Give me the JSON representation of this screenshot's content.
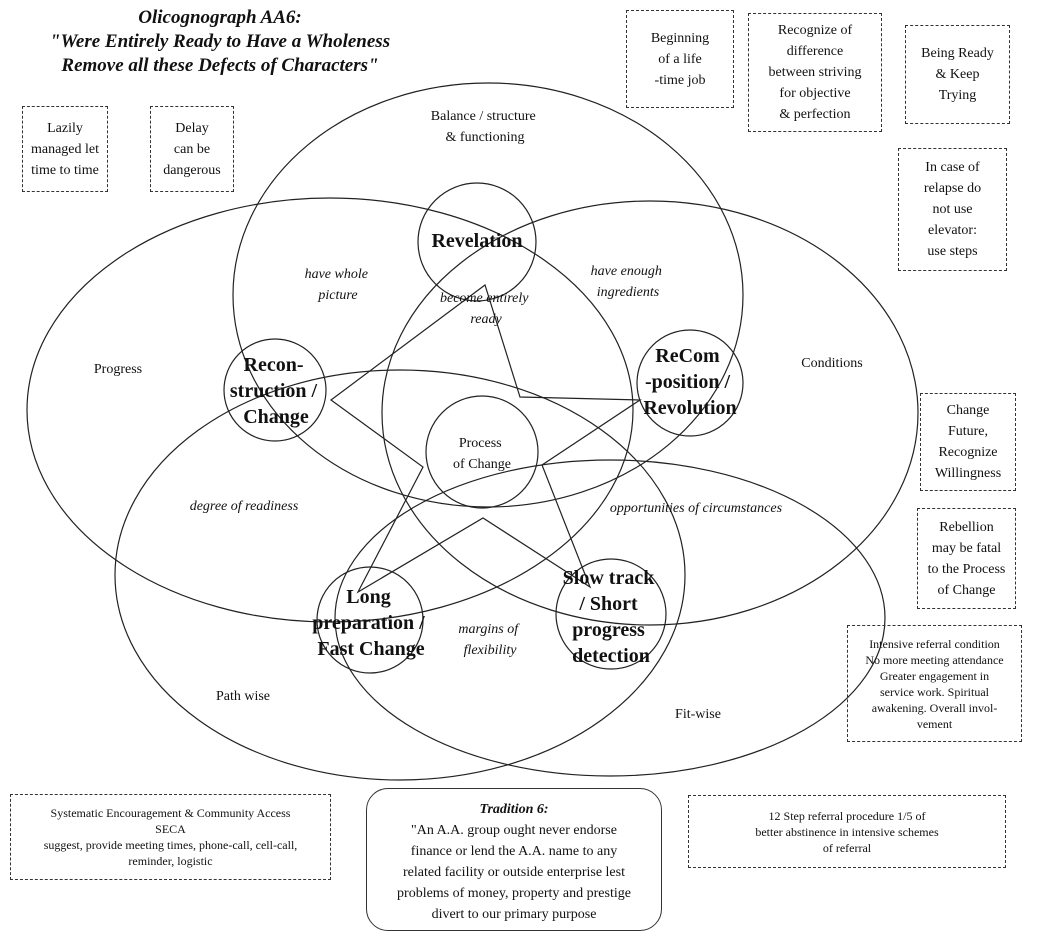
{
  "title": {
    "line1": "Olicognograph AA6:",
    "line2": "\"Were Entirely Ready to Have a Wholeness",
    "line3": "Remove all these Defects of Characters\""
  },
  "nodes": {
    "revelation": "Revelation",
    "reconstruction": [
      "Recon-",
      "struction /",
      "Change"
    ],
    "recomposition": [
      "ReCom",
      "-position /",
      "Revolution"
    ],
    "long_preparation": [
      "Long",
      "preparation /",
      "Fast Change"
    ],
    "slow_track": [
      "Slow track",
      "/ Short",
      "progress",
      "detection"
    ],
    "process": [
      "Process",
      "of Change"
    ]
  },
  "regions": {
    "balance": [
      "Balance / structure",
      "& functioning"
    ],
    "have_whole": [
      "have whole",
      "picture"
    ],
    "have_enough": [
      "have enough",
      "ingredients"
    ],
    "become_ready": [
      "become entirely",
      "ready"
    ],
    "progress": "Progress",
    "conditions": "Conditions",
    "degree": "degree of readiness",
    "opportunities": "opportunities of circumstances",
    "margins": [
      "margins of",
      "flexibility"
    ],
    "path_wise": "Path wise",
    "fit_wise": "Fit-wise"
  },
  "boxes": {
    "lazily": "Lazily\nmanaged let\ntime to time",
    "delay": "Delay\ncan be\ndangerous",
    "beginning": "Beginning\nof a life\n-time job",
    "recognize": "Recognize of\ndifference\nbetween striving\nfor objective\n& perfection",
    "being_ready": "Being Ready\n& Keep\nTrying",
    "relapse": "In case of\nrelapse do\nnot use\nelevator:\nuse steps",
    "change_future": "Change\nFuture,\nRecognize\nWillingness",
    "rebellion": "Rebellion\nmay be fatal\nto the Process\nof Change",
    "intensive": "Intensive referral condition\nNo more meeting attendance\nGreater engagement in\nservice work. Spiritual\nawakening. Overall invol-\nvement",
    "seca": "Systematic Encouragement & Community Access\nSECA\nsuggest, provide meeting  times, phone-call, cell-call,\nreminder, logistic",
    "referral": "12 Step referral  procedure 1/5 of\nbetter abstinence in intensive schemes\nof referral"
  },
  "tradition": {
    "heading": "Tradition 6:",
    "text": "\"An A.A. group ought never endorse\nfinance or lend the A.A. name to any\nrelated facility or outside  enterprise lest\nproblems of money, property and prestige\ndivert to our primary purpose"
  }
}
